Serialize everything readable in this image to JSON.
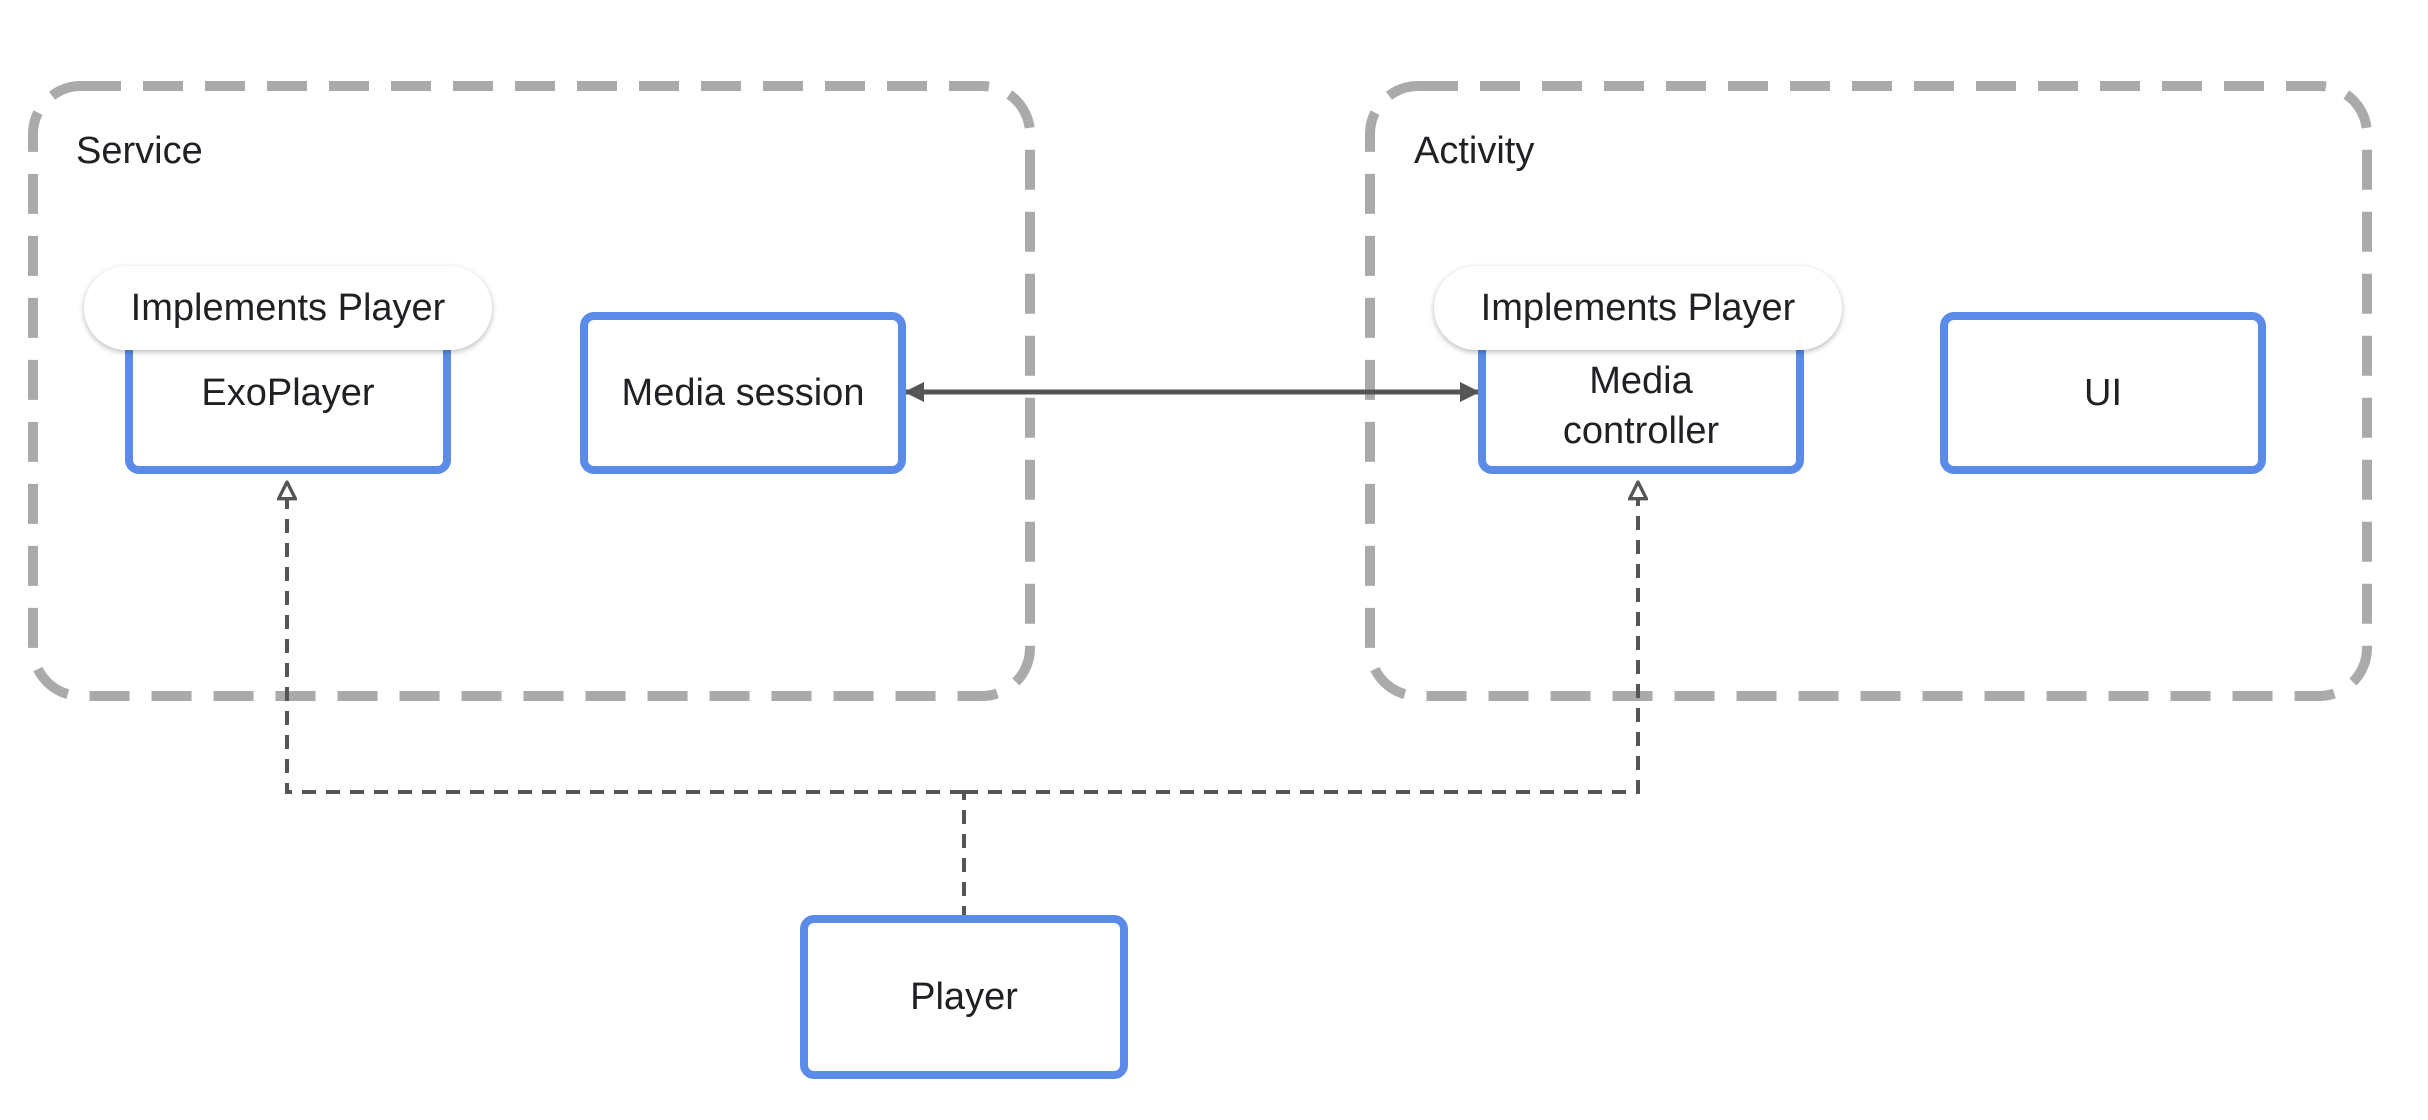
{
  "groups": {
    "service": {
      "label": "Service"
    },
    "activity": {
      "label": "Activity"
    }
  },
  "nodes": {
    "exoplayer": {
      "label": "ExoPlayer",
      "badge": "Implements Player"
    },
    "media_session": {
      "label": "Media session"
    },
    "media_controller": {
      "line1": "Media",
      "line2": "controller",
      "badge": "Implements Player"
    },
    "ui": {
      "label": "UI"
    },
    "player": {
      "label": "Player"
    }
  },
  "colors": {
    "node_border": "#5a8be8",
    "group_border": "#aaaaaa",
    "connector": "#555555",
    "text": "#202124"
  }
}
